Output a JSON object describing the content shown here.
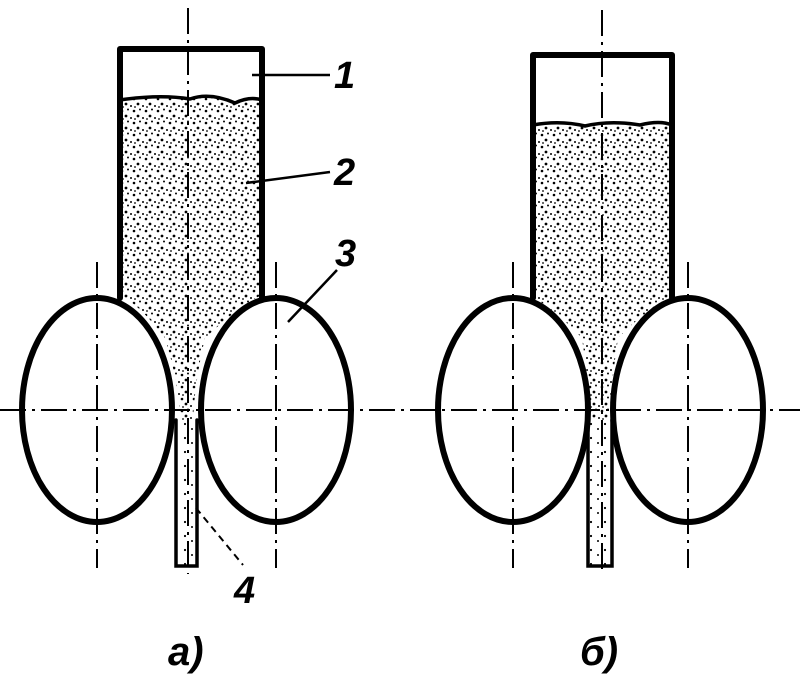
{
  "callouts": {
    "hopper": "1",
    "powder": "2",
    "roll": "3",
    "strip": "4"
  },
  "captions": {
    "left": "а)",
    "right": "б)"
  }
}
